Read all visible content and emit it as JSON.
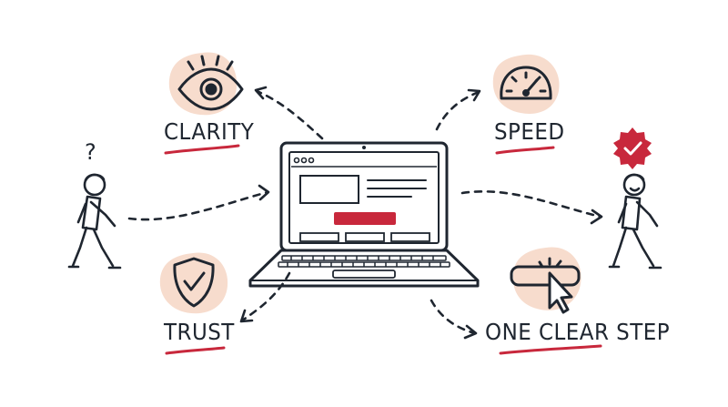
{
  "labels": {
    "clarity": "CLARITY",
    "speed": "SPEED",
    "trust": "TRUST",
    "one_clear_step": "ONE CLEAR STEP",
    "question_mark": "?"
  },
  "icons": {
    "clarity": "eye-icon",
    "speed": "speedometer-icon",
    "trust": "shield-check-icon",
    "one_clear_step": "button-cursor-icon",
    "success": "checkmark-badge-icon",
    "device": "laptop-icon"
  },
  "colors": {
    "ink": "#1f2630",
    "accent_red": "#c8283c",
    "blob_peach": "#f7dccd"
  }
}
